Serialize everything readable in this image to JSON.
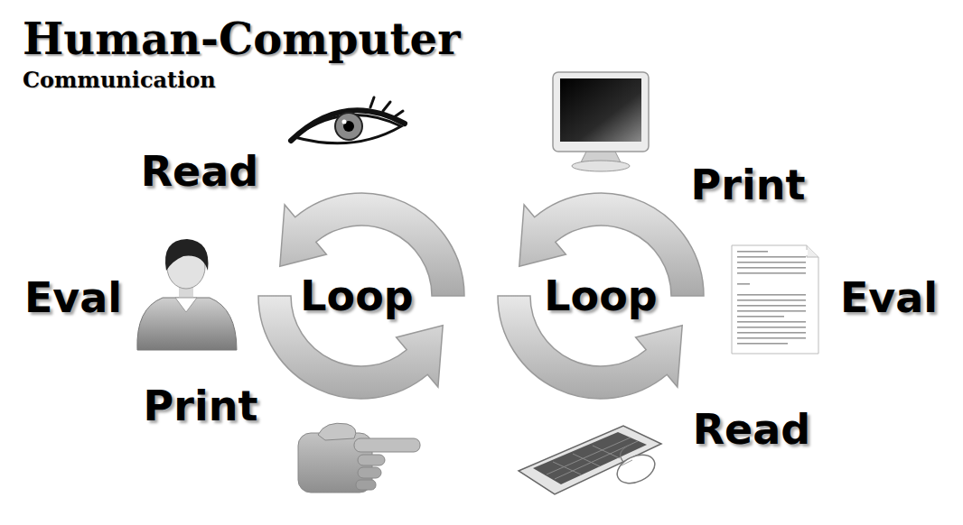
{
  "diagram": {
    "title": "Human-Computer",
    "labels": [
      "Communication",
      "Read",
      "Eval",
      "Print",
      "Loop",
      "Loop",
      "Print",
      "Eval",
      "Read"
    ]
  }
}
